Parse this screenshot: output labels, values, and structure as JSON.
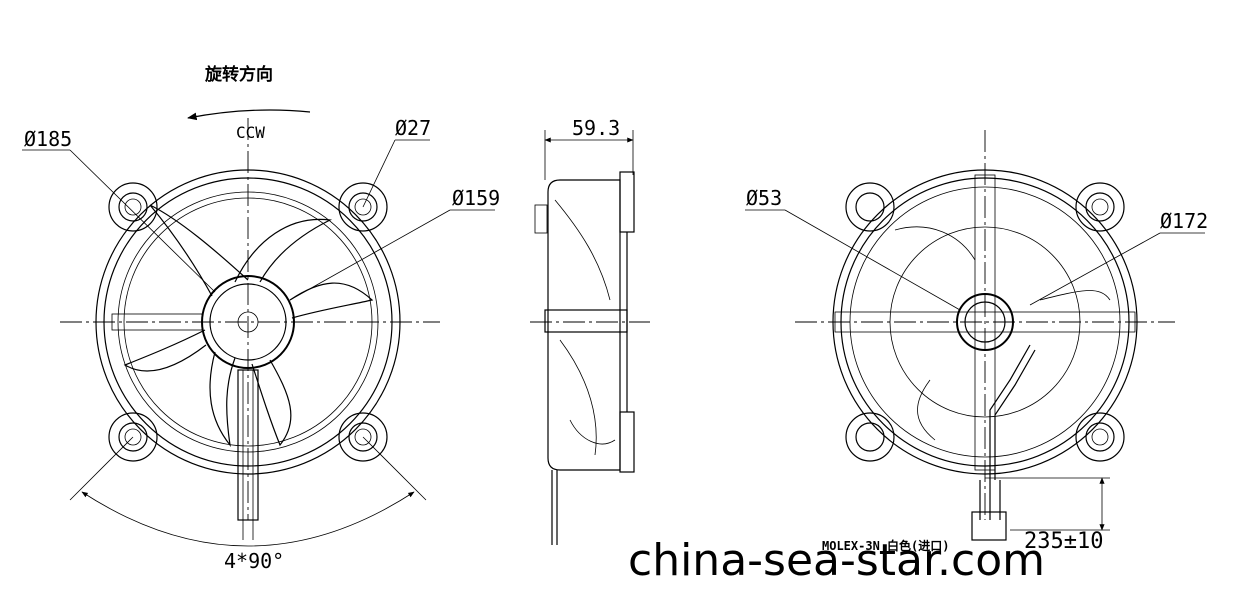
{
  "front_view": {
    "rotation_label": "旋转方向",
    "ccw_label": "CCW",
    "dim_outer": "Ø185",
    "dim_hole": "Ø27",
    "dim_blade": "Ø159",
    "dim_angle": "4*90°"
  },
  "side_view": {
    "dim_depth": "59.3"
  },
  "rear_view": {
    "dim_hub": "Ø53",
    "dim_frame": "Ø172",
    "connector_label": "MOLEX-3N 白色(进口)",
    "cable_length": "235±10"
  },
  "watermark": "china-sea-star.com"
}
